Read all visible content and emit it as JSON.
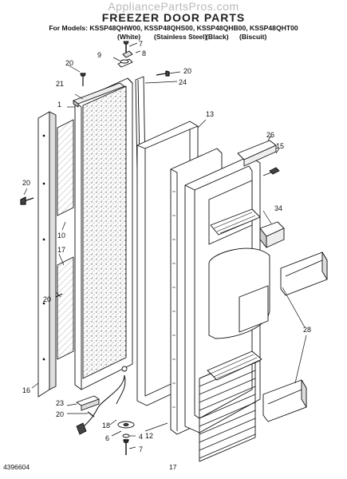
{
  "header": {
    "watermark": "AppliancePartsPros.com",
    "title": "FREEZER DOOR PARTS",
    "models_line": "For Models: KSSP48QHW00, KSSP48QHS00, KSSP48QHB00, KSSP48QHT00",
    "finishes": [
      "(White)",
      "(Stainless Steel)",
      "(Black)",
      "(Biscuit)"
    ]
  },
  "footer": {
    "doc_number": "4396604",
    "page_number": "17"
  },
  "callouts": {
    "c1": "1",
    "c4": "4",
    "c6": "6",
    "c7a": "7",
    "c7b": "7",
    "c8": "8",
    "c9": "9",
    "c10": "10",
    "c12": "12",
    "c13": "13",
    "c15": "15",
    "c16": "16",
    "c17": "17",
    "c18": "18",
    "c20a": "20",
    "c20b": "20",
    "c20c": "20",
    "c20d": "20",
    "c20e": "20",
    "c21": "21",
    "c23": "23",
    "c24": "24",
    "c26": "26",
    "c28": "28",
    "c34": "34"
  }
}
